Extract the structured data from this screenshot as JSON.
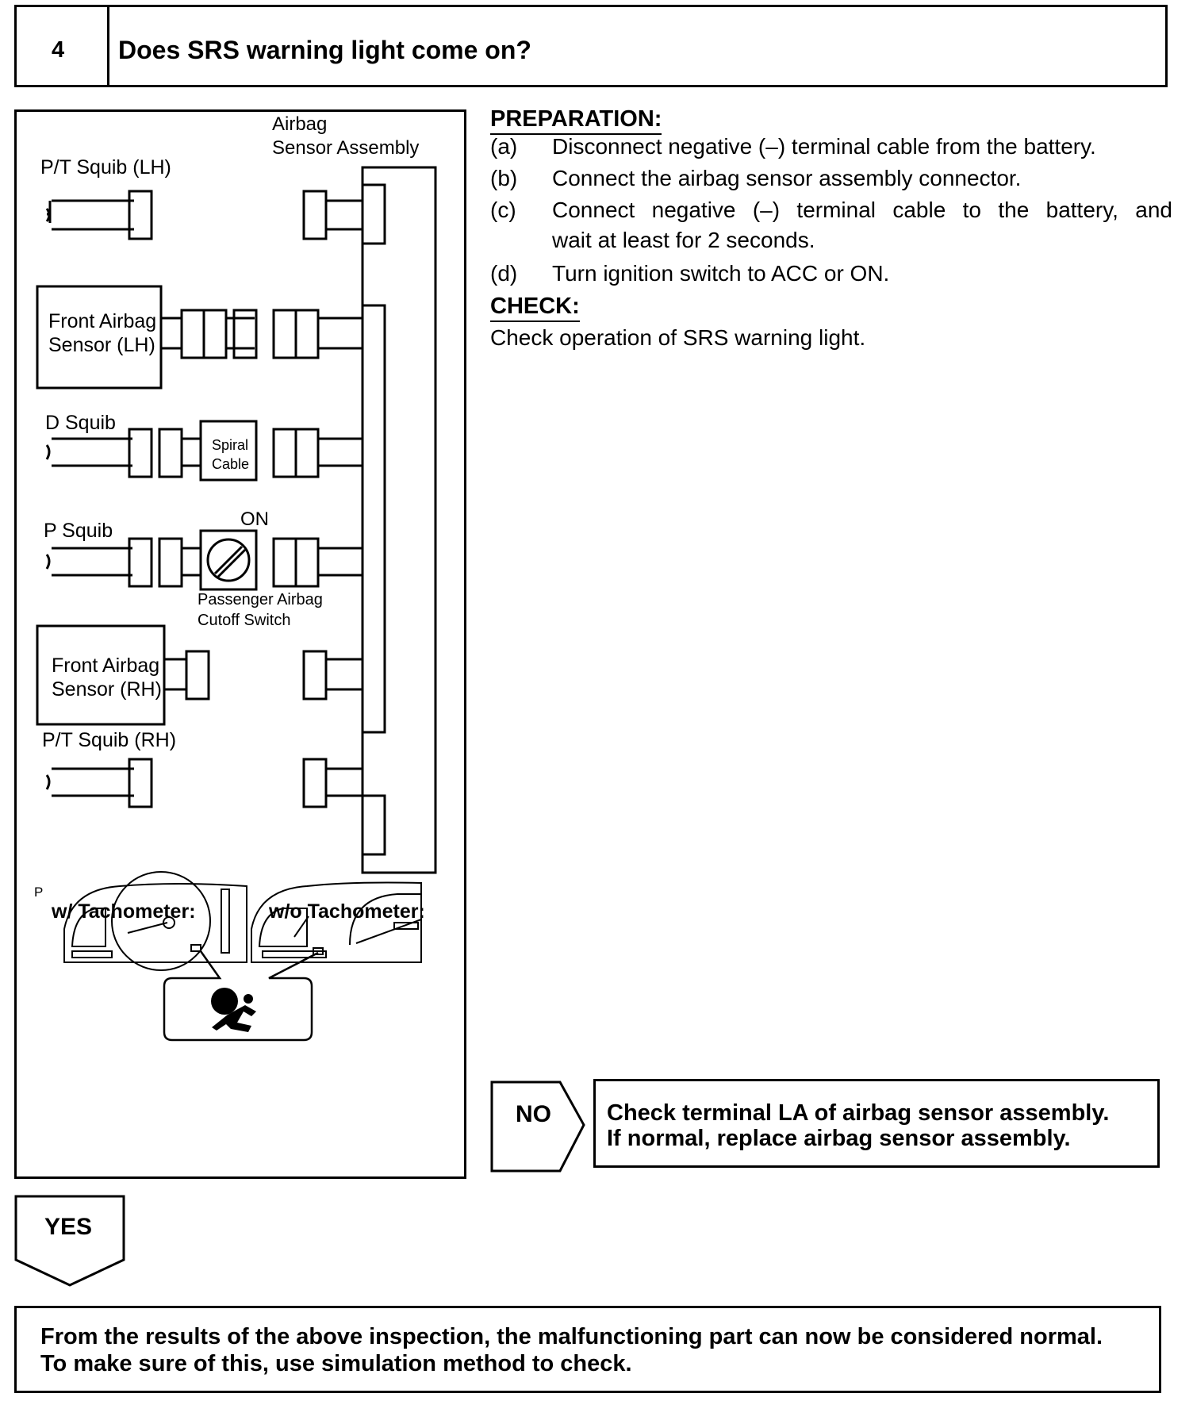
{
  "header": {
    "step_number": "4",
    "question": "Does SRS warning light come on?"
  },
  "diagram": {
    "labels": {
      "airbag_sensor_assembly_1": "Airbag",
      "airbag_sensor_assembly_2": "Sensor Assembly",
      "pt_squib_lh": "P/T Squib (LH)",
      "front_sensor_lh_1": "Front Airbag",
      "front_sensor_lh_2": "Sensor (LH)",
      "d_squib": "D Squib",
      "spiral_cable_1": "Spiral",
      "spiral_cable_2": "Cable",
      "on_label": "ON",
      "p_squib": "P Squib",
      "cutoff_switch_1": "Passenger Airbag",
      "cutoff_switch_2": "Cutoff Switch",
      "front_sensor_rh_1": "Front Airbag",
      "front_sensor_rh_2": "Sensor (RH)",
      "pt_squib_rh": "P/T Squib (RH)",
      "figure_mark": "P",
      "with_tach": "w/ Tachometer:",
      "without_tach": "w/o Tachometer:"
    }
  },
  "preparation": {
    "title": "PREPARATION:",
    "steps": [
      {
        "label": "(a)",
        "text": "Disconnect negative (–) terminal cable from the battery."
      },
      {
        "label": "(b)",
        "text": "Connect the airbag sensor assembly connector."
      },
      {
        "label": "(c)",
        "text": "Connect negative (–) terminal cable to the battery, and",
        "text2": "wait at least for 2 seconds."
      },
      {
        "label": "(d)",
        "text": "Turn ignition switch to ACC or ON."
      }
    ]
  },
  "check": {
    "title": "CHECK:",
    "text": "Check operation of SRS warning light."
  },
  "no_branch": {
    "label": "NO",
    "line1": "Check terminal LA of airbag sensor assembly.",
    "line2": "If normal, replace airbag sensor assembly."
  },
  "yes_branch": {
    "label": "YES"
  },
  "conclusion": {
    "line1": "From the results of the above inspection, the malfunctioning part can now be considered normal.",
    "line2": "To make sure of this, use simulation method to check."
  }
}
